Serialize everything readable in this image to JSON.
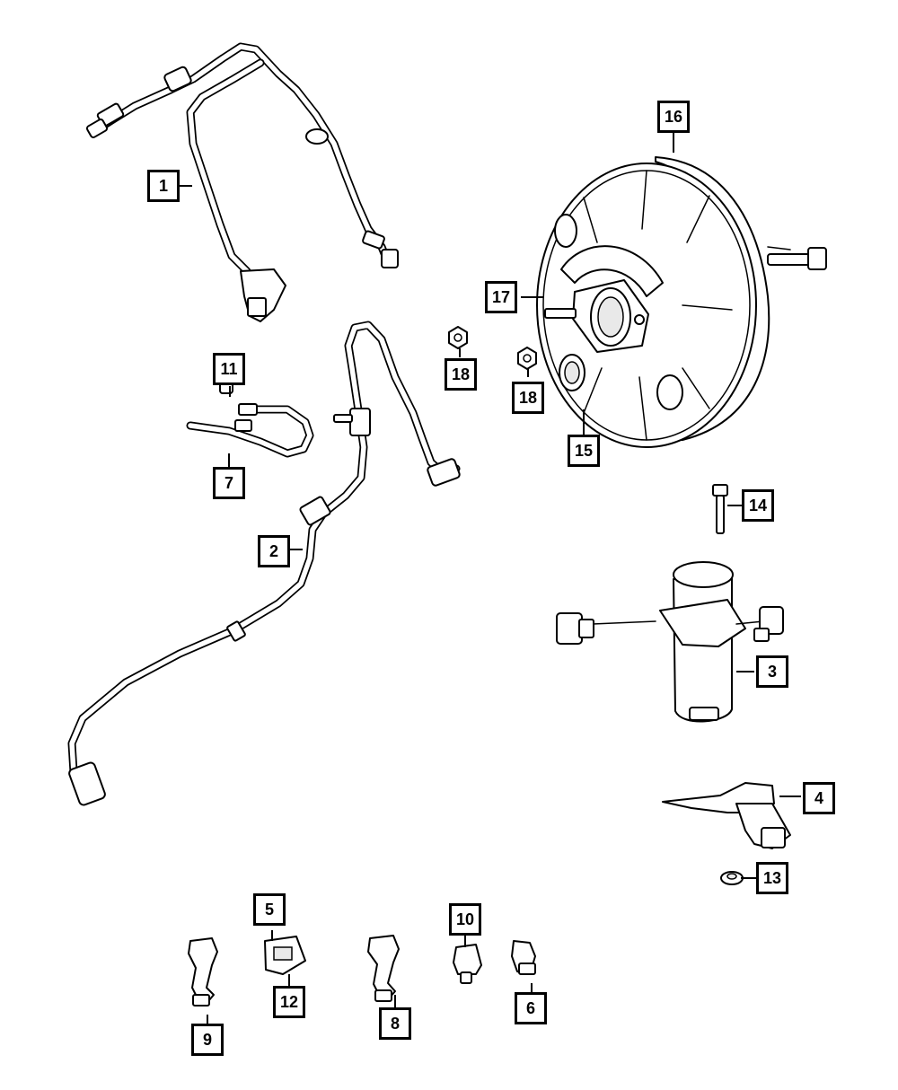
{
  "callouts": {
    "c1": "1",
    "c2": "2",
    "c3": "3",
    "c4": "4",
    "c5": "5",
    "c6": "6",
    "c7": "7",
    "c8": "8",
    "c9": "9",
    "c10": "10",
    "c11": "11",
    "c12": "12",
    "c13": "13",
    "c14": "14",
    "c15": "15",
    "c16": "16",
    "c17": "17",
    "c18a": "18",
    "c18b": "18"
  }
}
